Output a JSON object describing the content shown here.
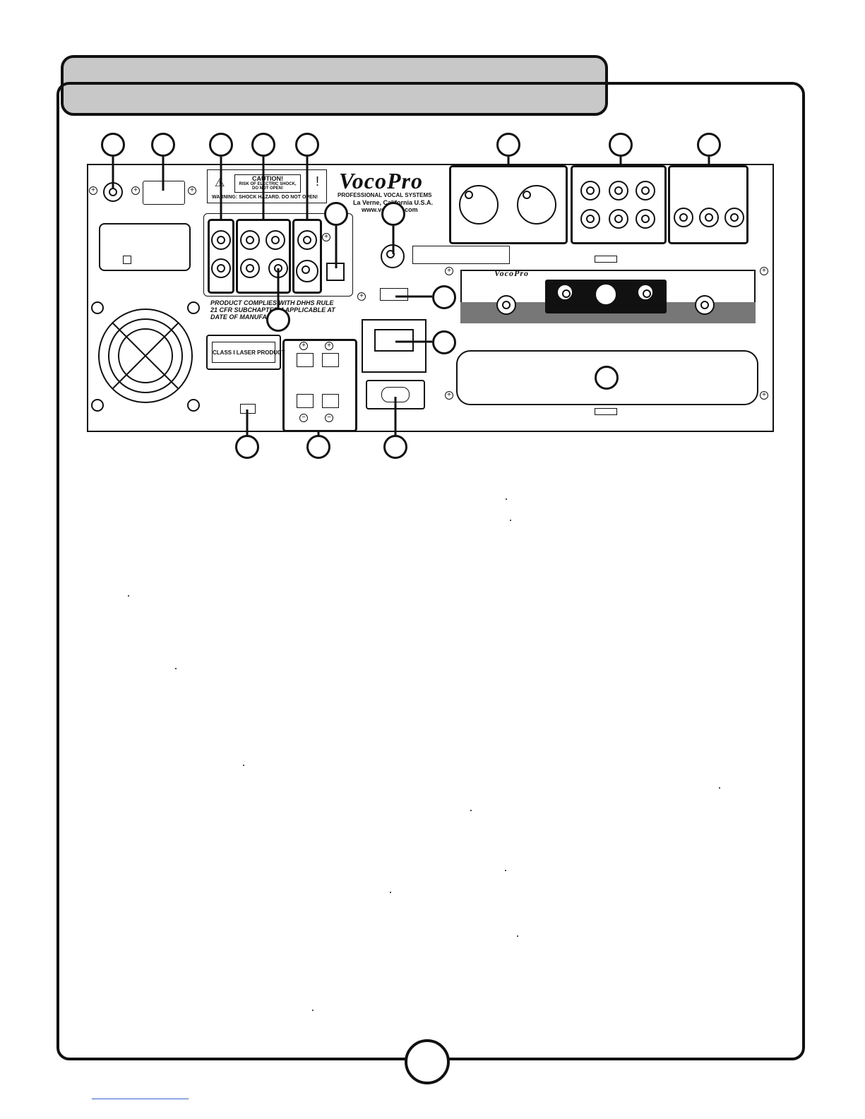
{
  "brand": {
    "logo_text": "VocoPro",
    "tagline": "PROFESSIONAL VOCAL SYSTEMS",
    "address": "La Verne, California U.S.A.",
    "website": "www.vocopro.com"
  },
  "caution_label": {
    "title": "CAUTION!",
    "line1": "RISK OF ELECTRIC SHOCK,",
    "line2": "DO NOT OPEN!",
    "warning": "WARNING: SHOCK HAZARD. DO NOT OPEN!"
  },
  "compliance_text": {
    "line1": "PRODUCT COMPLIES WITH DHHS RULE",
    "line2": "21 CFR SUBCHAPTER J APPLICABLE AT",
    "line3": "DATE OF MANUFACTURE"
  },
  "laser_label": "CLASS I LASER PRODUCT",
  "module_logo": "VocoPro",
  "colors": {
    "header_fill": "#c8c8c8",
    "outline": "#111111",
    "link_underline": "#3060d0"
  }
}
